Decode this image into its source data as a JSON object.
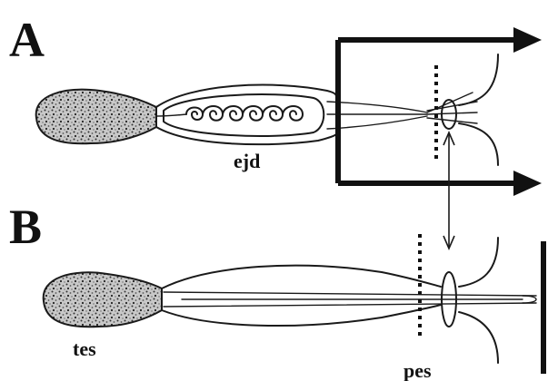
{
  "panels": {
    "a": {
      "label": "A"
    },
    "b": {
      "label": "B"
    }
  },
  "labels": {
    "ejaculatory_duct": "ejd",
    "testis": "tes",
    "penis": "pes"
  },
  "colors": {
    "ink": "#111111",
    "testis_fill": "#9a9a9a",
    "background": "#ffffff"
  }
}
